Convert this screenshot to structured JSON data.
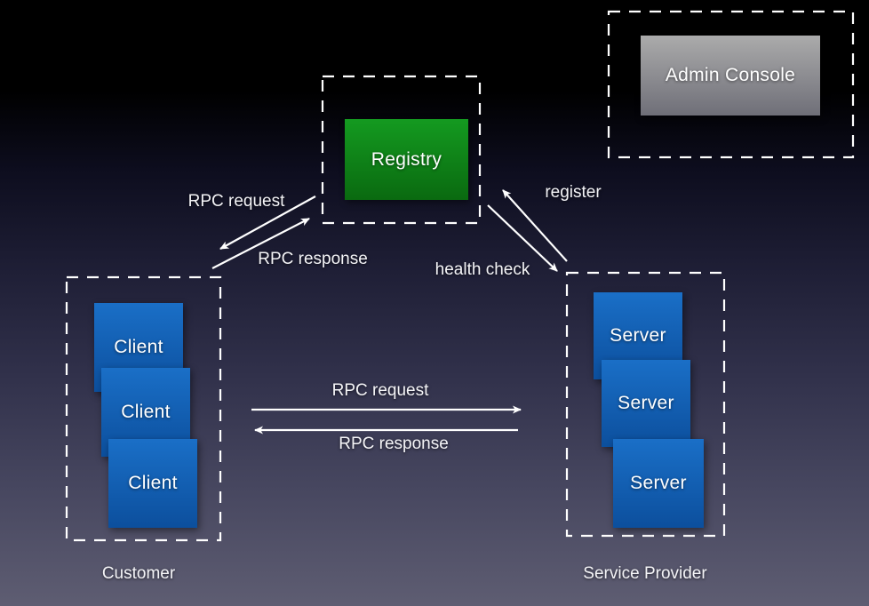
{
  "nodes": {
    "registry": {
      "label": "Registry"
    },
    "admin_console": {
      "label": "Admin Console"
    },
    "clients": [
      {
        "label": "Client"
      },
      {
        "label": "Client"
      },
      {
        "label": "Client"
      }
    ],
    "servers": [
      {
        "label": "Server"
      },
      {
        "label": "Server"
      },
      {
        "label": "Server"
      }
    ]
  },
  "groups": {
    "customer": {
      "label": "Customer"
    },
    "service_provider": {
      "label": "Service Provider"
    }
  },
  "edges": {
    "client_registry_request": {
      "label": "RPC request"
    },
    "client_registry_response": {
      "label": "RPC response"
    },
    "register": {
      "label": "register"
    },
    "health_check": {
      "label": "health check"
    },
    "client_server_request": {
      "label": "RPC request"
    },
    "client_server_response": {
      "label": "RPC response"
    }
  },
  "colors": {
    "bg_top": "#000000",
    "bg_mid": "#1e1e35",
    "bg_bottom": "#5e5d72",
    "node_blue_top": "#1a6fc7",
    "node_blue_bottom": "#0c4f9d",
    "node_green_top": "#149a20",
    "node_green_bottom": "#0a6a10",
    "node_gray_top": "#ababab",
    "node_gray_bottom": "#6f6f78",
    "arrow_color": "#ffffff",
    "frame_color": "#ffffff",
    "text_color": "#ffffff"
  }
}
